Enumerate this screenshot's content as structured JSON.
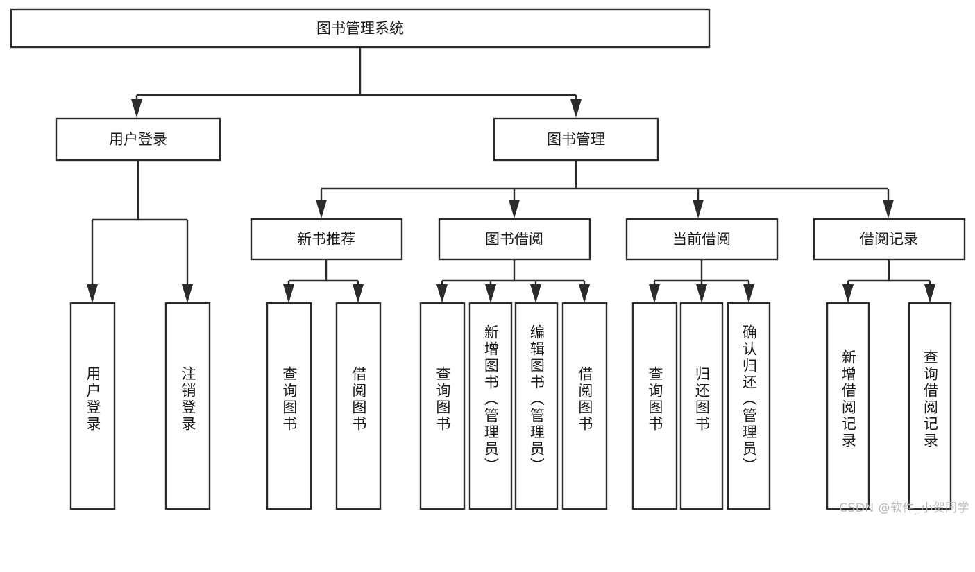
{
  "diagram": {
    "title": "图书管理系统",
    "watermark": "CSDN @软件_小贺同学",
    "colors": {
      "stroke": "#2b2b2b",
      "box_fill": "#ffffff",
      "text": "#1a1a1a",
      "background": "#ffffff",
      "watermark": "#b9b9b9"
    },
    "root": {
      "label": "图书管理系统"
    },
    "level2": [
      {
        "label": "用户登录"
      },
      {
        "label": "图书管理"
      }
    ],
    "level3": [
      {
        "label": "新书推荐"
      },
      {
        "label": "图书借阅"
      },
      {
        "label": "当前借阅"
      },
      {
        "label": "借阅记录"
      }
    ],
    "leaves": {
      "user_login": [
        {
          "label": "用户登录"
        },
        {
          "label": "注销登录"
        }
      ],
      "new_book_recommend": [
        {
          "label": "查询图书"
        },
        {
          "label": "借阅图书"
        }
      ],
      "book_borrow": [
        {
          "label": "查询图书"
        },
        {
          "label": "新增图书（管理员）"
        },
        {
          "label": "编辑图书（管理员）"
        },
        {
          "label": "借阅图书"
        }
      ],
      "current_borrow": [
        {
          "label": "查询图书"
        },
        {
          "label": "归还图书"
        },
        {
          "label": "确认归还（管理员）"
        }
      ],
      "borrow_record": [
        {
          "label": "新增借阅记录"
        },
        {
          "label": "查询借阅记录"
        }
      ]
    }
  }
}
